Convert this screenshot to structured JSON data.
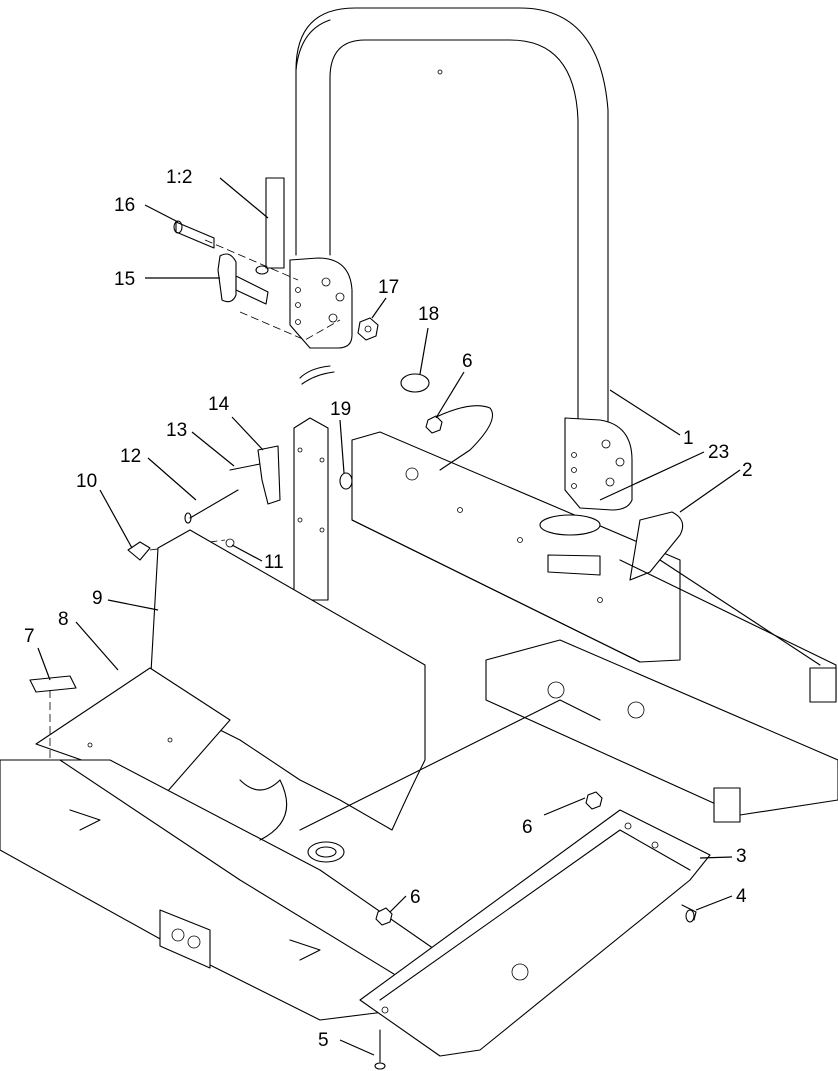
{
  "callouts": {
    "c1": "1",
    "c1_2": "1:2",
    "c2": "2",
    "c3": "3",
    "c4": "4",
    "c5": "5",
    "c6a": "6",
    "c6b": "6",
    "c6c": "6",
    "c7": "7",
    "c8": "8",
    "c9": "9",
    "c10": "10",
    "c11": "11",
    "c12": "12",
    "c13": "13",
    "c14": "14",
    "c15": "15",
    "c16": "16",
    "c17": "17",
    "c18": "18",
    "c19": "19",
    "c23": "23"
  }
}
